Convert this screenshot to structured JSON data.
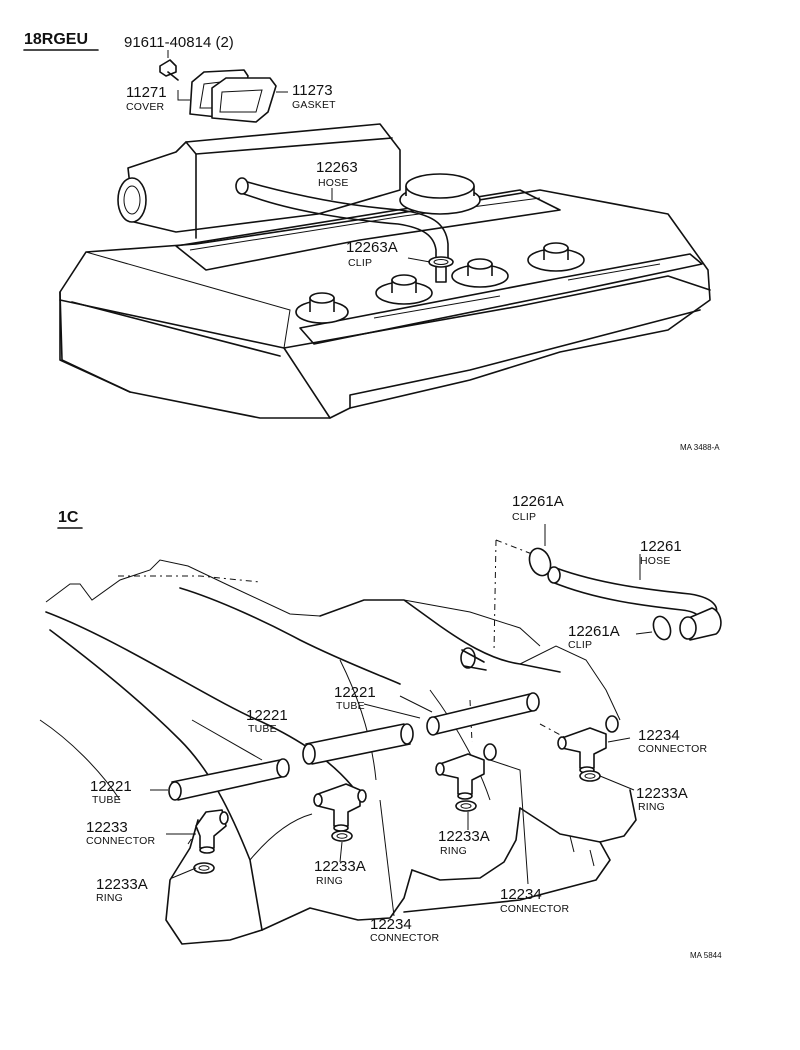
{
  "sections": [
    {
      "id": "upper",
      "title": "18RGEU",
      "ref": "MA 3488-A"
    },
    {
      "id": "lower",
      "title": "1C",
      "ref": "MA 5844"
    }
  ],
  "callouts": [
    {
      "id": "bolt",
      "number": "91611-40814 (2)",
      "name": ""
    },
    {
      "id": "cover",
      "number": "11271",
      "name": "COVER"
    },
    {
      "id": "gasket",
      "number": "11273",
      "name": "GASKET"
    },
    {
      "id": "hose-top",
      "number": "12263",
      "name": "HOSE"
    },
    {
      "id": "clip-top",
      "number": "12263A",
      "name": "CLIP"
    },
    {
      "id": "clip-a",
      "number": "12261A",
      "name": "CLIP"
    },
    {
      "id": "hose-b",
      "number": "12261",
      "name": "HOSE"
    },
    {
      "id": "clip-b",
      "number": "12261A",
      "name": "CLIP"
    },
    {
      "id": "tube-1",
      "number": "12221",
      "name": "TUBE"
    },
    {
      "id": "tube-2",
      "number": "12221",
      "name": "TUBE"
    },
    {
      "id": "tube-3",
      "number": "12221",
      "name": "TUBE"
    },
    {
      "id": "conn-1",
      "number": "12234",
      "name": "CONNECTOR"
    },
    {
      "id": "conn-2",
      "number": "12233",
      "name": "CONNECTOR"
    },
    {
      "id": "ring-1",
      "number": "12233A",
      "name": "RING"
    },
    {
      "id": "ring-2",
      "number": "12233A",
      "name": "RING"
    },
    {
      "id": "ring-3",
      "number": "12233A",
      "name": "RING"
    },
    {
      "id": "ring-4",
      "number": "12233A",
      "name": "RING"
    },
    {
      "id": "conn-3",
      "number": "12234",
      "name": "CONNECTOR"
    },
    {
      "id": "conn-4",
      "number": "12234",
      "name": "CONNECTOR"
    }
  ]
}
